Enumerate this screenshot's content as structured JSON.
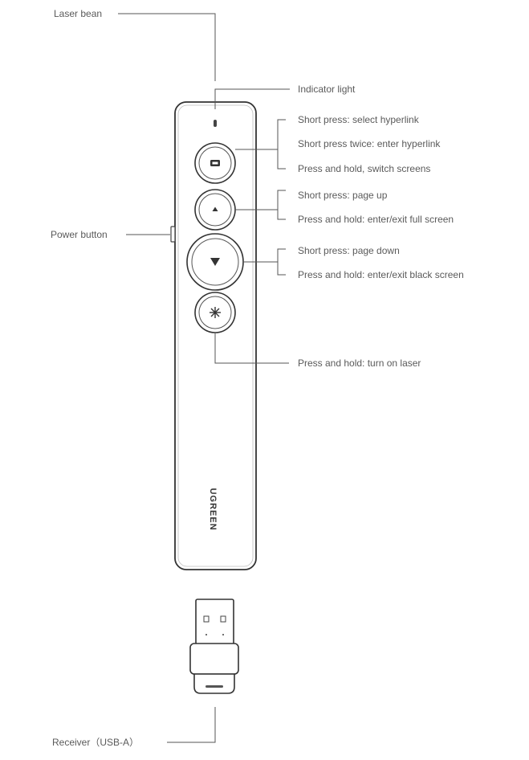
{
  "labels": {
    "laser_beam": "Laser bean",
    "indicator_light": "Indicator light",
    "power_button": "Power button",
    "receiver": "Receiver（USB-A）"
  },
  "buttons": {
    "hyperlink": {
      "icon": "hyperlink-rectangle-icon",
      "functions": [
        "Short press: select hyperlink",
        "Short press twice: enter hyperlink",
        "Press and hold, switch screens"
      ]
    },
    "page_up": {
      "icon": "page-up-triangle-icon",
      "functions": [
        "Short press: page up",
        "Press and hold: enter/exit full screen"
      ]
    },
    "page_down": {
      "icon": "page-down-triangle-icon",
      "functions": [
        "Short press: page down",
        "Press and hold: enter/exit black screen"
      ]
    },
    "laser": {
      "icon": "laser-star-icon",
      "functions": [
        "Press and hold: turn on laser"
      ]
    }
  },
  "brand": "UGREEN",
  "colors": {
    "line": "#555555",
    "text": "#5a5a5a",
    "device_fill": "#ffffff"
  }
}
